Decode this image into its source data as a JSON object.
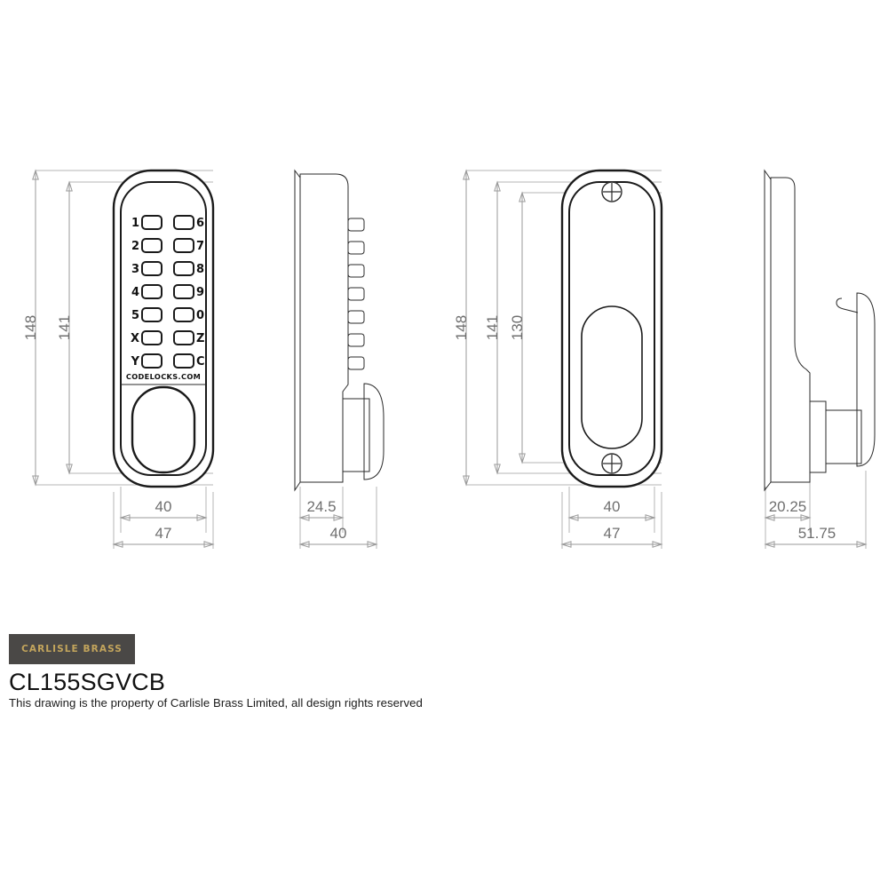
{
  "document": {
    "type": "technical-drawing",
    "background_color": "#ffffff",
    "part_code": "CL155SGVCB",
    "rights_text": "This drawing is the property of Carlisle Brass Limited, all design rights reserved",
    "brand": {
      "name": "CARLISLE BRASS",
      "box_color": "#4a4846",
      "text_color": "#c3a55c"
    },
    "line_color": "#1a1a1a",
    "dimension_color": "#6f6f6f"
  },
  "views": [
    {
      "id": "front-elevation",
      "name": "Front elevation keypad",
      "keypad": {
        "brand_mark": "CODELOCKS.COM",
        "rows": [
          {
            "left": "1",
            "right": "6"
          },
          {
            "left": "2",
            "right": "7"
          },
          {
            "left": "3",
            "right": "8"
          },
          {
            "left": "4",
            "right": "9"
          },
          {
            "left": "5",
            "right": "0"
          },
          {
            "left": "X",
            "right": "Z"
          },
          {
            "left": "Y",
            "right": "C"
          }
        ]
      },
      "dimensions": {
        "vertical": [
          "148",
          "141"
        ],
        "horizontal": [
          "40",
          "47"
        ]
      }
    },
    {
      "id": "side-profile-keypad",
      "name": "Side profile with knob",
      "button_tab_count": 7,
      "dimensions": {
        "vertical": [],
        "horizontal": [
          "24.5",
          "40"
        ]
      }
    },
    {
      "id": "rear-elevation",
      "name": "Rear elevation plate",
      "screw_count": 2,
      "dimensions": {
        "vertical": [
          "148",
          "141",
          "130"
        ],
        "horizontal": [
          "40",
          "47"
        ]
      }
    },
    {
      "id": "side-profile-thumbturn",
      "name": "Side profile with thumbturn",
      "dimensions": {
        "vertical": [],
        "horizontal": [
          "20.25",
          "51.75"
        ]
      }
    }
  ]
}
